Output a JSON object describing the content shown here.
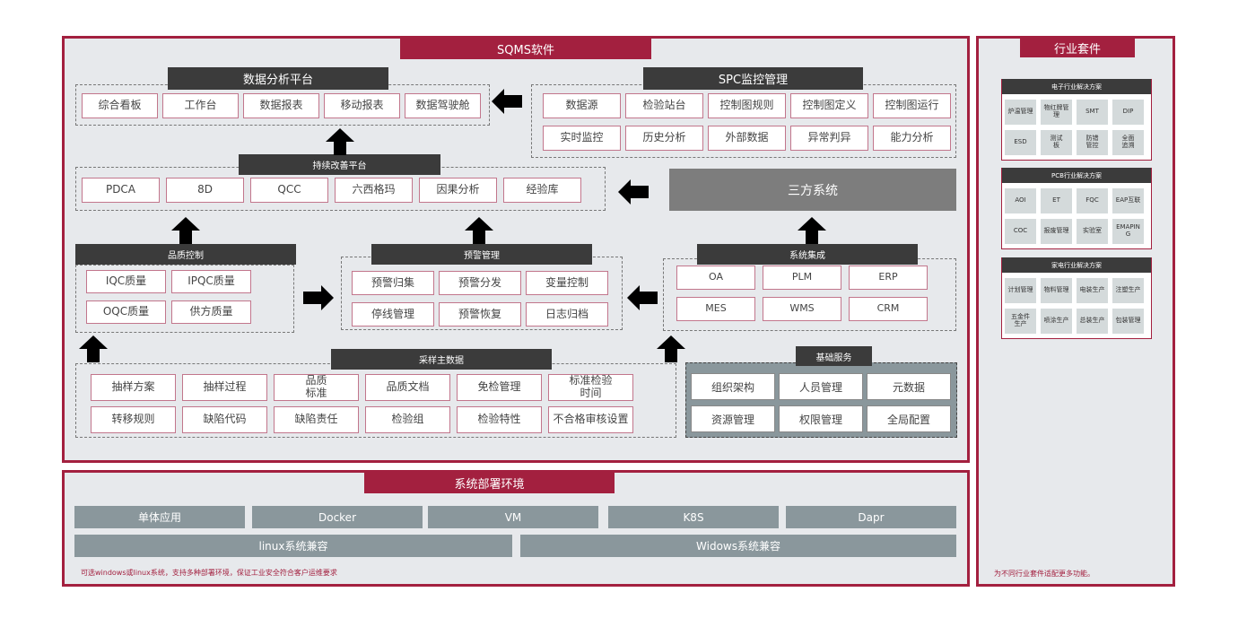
{
  "sqms": {
    "title": "SQMS软件",
    "analysis": {
      "title": "数据分析平台",
      "items": [
        "综合看板",
        "工作台",
        "数据报表",
        "移动报表",
        "数据驾驶舱"
      ]
    },
    "spc": {
      "title": "SPC监控管理",
      "items": [
        "数据源",
        "检验站台",
        "控制图规则",
        "控制图定义",
        "控制图运行",
        "实时监控",
        "历史分析",
        "外部数据",
        "异常判异",
        "能力分析"
      ]
    },
    "improve": {
      "title": "持续改善平台",
      "items": [
        "PDCA",
        "8D",
        "QCC",
        "六西格玛",
        "因果分析",
        "经验库"
      ]
    },
    "third": {
      "title": "三方系统"
    },
    "quality": {
      "title": "品质控制",
      "items": [
        "IQC质量",
        "IPQC质量",
        "OQC质量",
        "供方质量"
      ]
    },
    "warning": {
      "title": "预警管理",
      "items": [
        "预警归集",
        "预警分发",
        "变量控制",
        "停线管理",
        "预警恢复",
        "日志归档"
      ]
    },
    "integration": {
      "title": "系统集成",
      "items": [
        "OA",
        "PLM",
        "ERP",
        "MES",
        "WMS",
        "CRM"
      ]
    },
    "master": {
      "title": "采样主数据",
      "items": [
        "抽样方案",
        "抽样过程",
        "品质\n标准",
        "品质文档",
        "免检管理",
        "标准检验\n时间",
        "转移规则",
        "缺陷代码",
        "缺陷责任",
        "检验组",
        "检验特性",
        "不合格审核设置"
      ]
    },
    "base": {
      "title": "基础服务",
      "items": [
        "组织架构",
        "人员管理",
        "元数据",
        "资源管理",
        "权限管理",
        "全局配置"
      ]
    }
  },
  "deploy": {
    "title": "系统部署环境",
    "row1": [
      "单体应用",
      "Docker",
      "VM",
      "K8S",
      "Dapr"
    ],
    "row2": [
      "linux系统兼容",
      "Widows系统兼容"
    ],
    "note": "可选windows或linux系统，支持多种部署环境，保证工业安全符合客户运维要求"
  },
  "industry": {
    "title": "行业套件",
    "groups": [
      {
        "title": "电子行业解决方案",
        "items": [
          "炉温管理",
          "物红牌管\n理",
          "SMT",
          "DIP",
          "ESD",
          "测试\n板",
          "防错\n管控",
          "全面\n追溯"
        ]
      },
      {
        "title": "PCB行业解决方案",
        "items": [
          "AOI",
          "ET",
          "FQC",
          "EAP互联",
          "COC",
          "报废管理",
          "实验室",
          "EMAPIN\nG"
        ]
      },
      {
        "title": "家电行业解决方案",
        "items": [
          "计划管理",
          "物料管理",
          "电装生产",
          "注塑生产",
          "五金件\n生产",
          "喷涂生产",
          "总装生产",
          "包装管理"
        ]
      }
    ],
    "note": "为不同行业套件适配更多功能。"
  },
  "colors": {
    "brand": "#a3203f",
    "dark": "#3b3b3b",
    "panel": "#e7e9ec",
    "gray_block": "#7d7d7d",
    "deploy_bar": "#8a979c"
  },
  "icons": [
    "arrow-left-icon",
    "arrow-up-icon",
    "arrow-right-icon"
  ]
}
